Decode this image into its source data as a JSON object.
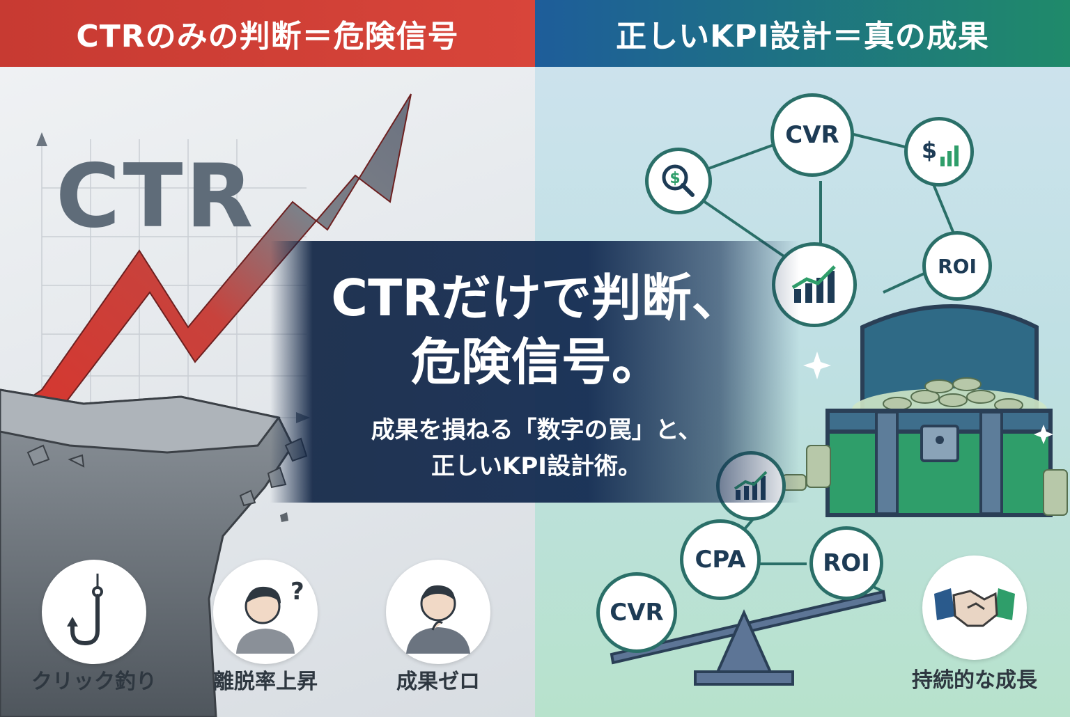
{
  "banners": {
    "left": "CTRのみの判断＝危険信号",
    "right": "正しいKPI設計＝真の成果"
  },
  "left_chart_label": "CTR",
  "headline": {
    "line1": "CTRだけで判断、",
    "line2": "危険信号。"
  },
  "subline": {
    "line1": "成果を損ねる「数字の罠」と、",
    "line2": "正しいKPI設計術。"
  },
  "left_icons": [
    {
      "icon": "fishhook-icon",
      "label": "クリック釣り"
    },
    {
      "icon": "confused-person-icon",
      "label": "離脱率上昇"
    },
    {
      "icon": "thinking-person-icon",
      "label": "成果ゼロ"
    }
  ],
  "network_nodes": {
    "cvr_top": "CVR",
    "roi_right": "ROI",
    "dollar_search": "search-dollar-icon",
    "dollar_chart": "dollar-chart-icon",
    "bar_chart": "bar-chart-icon"
  },
  "scale_nodes": {
    "chart": "bar-chart-icon",
    "cpa": "CPA",
    "roi": "ROI",
    "cvr": "CVR"
  },
  "right_caption": "持続的な成長",
  "colors": {
    "danger_red": "#d8453a",
    "navy": "#142c52",
    "teal": "#2a6f68",
    "treasure_green": "#2f9e6a"
  }
}
